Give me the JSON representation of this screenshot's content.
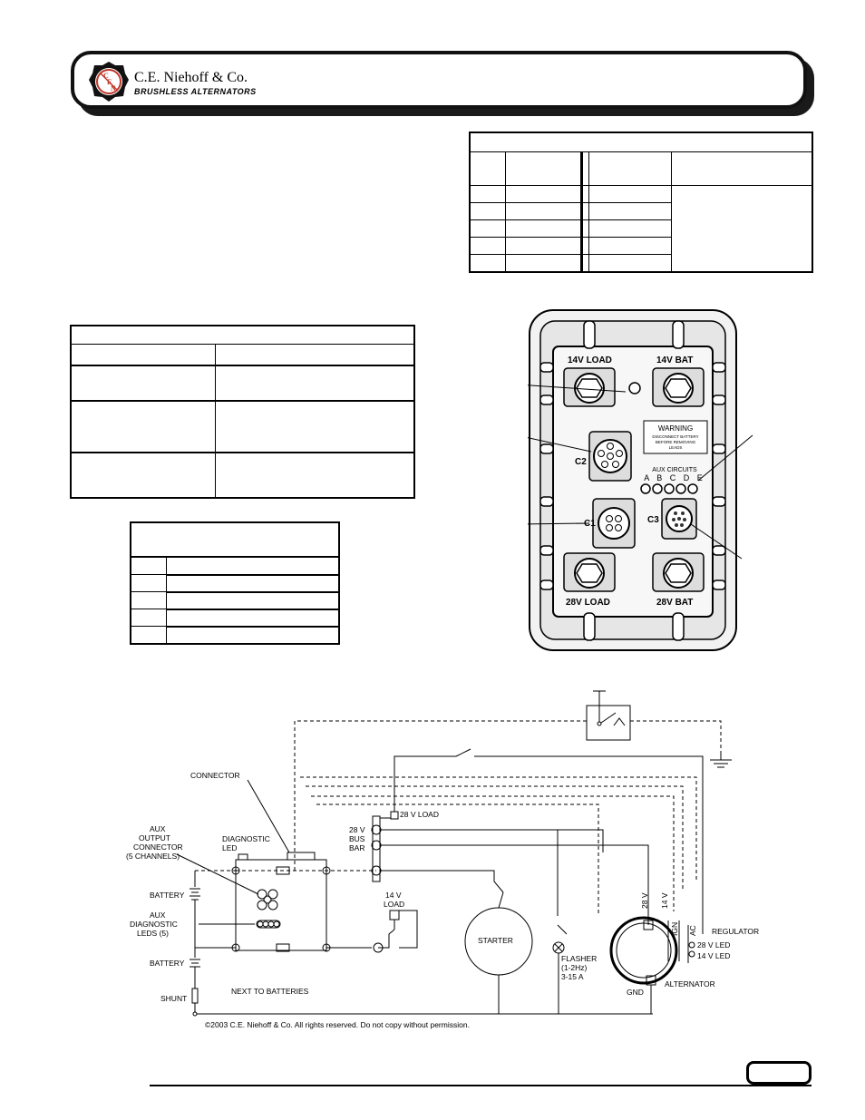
{
  "header": {
    "logo_letters": "C E N",
    "company_name": "C.E. Niehoff & Co.",
    "company_subtitle": "BRUSHLESS ALTERNATORS"
  },
  "photo": {
    "labels": {
      "top_left_terminal": "14V LOAD",
      "top_right_terminal": "14V BAT",
      "bottom_left_terminal": "28V LOAD",
      "bottom_right_terminal": "28V BAT",
      "connector_c1": "C1",
      "connector_c2": "C2",
      "connector_c3": "C3",
      "warning_title": "WARNING",
      "warning_line1": "DISCONNECT BATTERY",
      "warning_line2": "BEFORE REMOVING",
      "warning_line3": "LEADS",
      "aux_title": "AUX CIRCUITS",
      "aux_letters": "A B C D E"
    }
  },
  "schematic": {
    "labels": {
      "connector": "CONNECTOR",
      "aux_output": "AUX",
      "aux_output2": "OUTPUT",
      "aux_output3": "CONNECTOR",
      "aux_output4": "(5 CHANNELS)",
      "diagnostic": "DIAGNOSTIC",
      "diagnostic2": "LED",
      "battery_top": "BATTERY",
      "aux_leds": "AUX",
      "aux_leds2": "DIAGNOSTIC",
      "aux_leds3": "LEDS (5)",
      "battery_bottom": "BATTERY",
      "shunt": "SHUNT",
      "next_to_batteries": "NEXT TO BATTERIES",
      "load_28": "28 V LOAD",
      "bus_28": "28 V",
      "bus_28b": "BUS",
      "bus_28c": "BAR",
      "load_14": "14 V",
      "load_14b": "LOAD",
      "starter": "STARTER",
      "flasher": "FLASHER",
      "flasher2": "(1-2Hz)",
      "flasher3": "3-15 A",
      "v28": "28 V",
      "v14": "14 V",
      "ign": "IGN",
      "ac": "AC",
      "regulator": "REGULATOR",
      "led_28": "28 V LED",
      "led_14": "14 V LED",
      "gnd": "GND",
      "alternator": "ALTERNATOR"
    }
  },
  "footer": {
    "copyright": "©2003 C.E. Niehoff & Co. All rights reserved. Do not copy without permission."
  }
}
